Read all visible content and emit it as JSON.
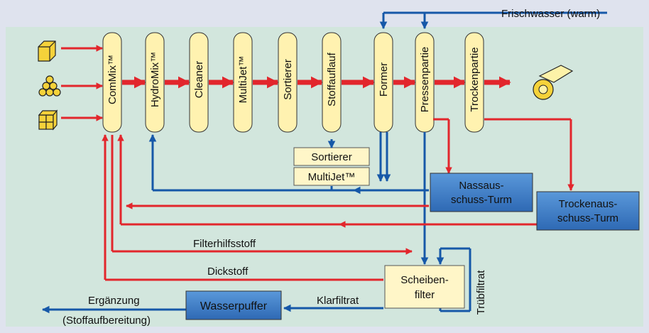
{
  "top_label": "Frischwasser (warm)",
  "process_units": [
    {
      "label": "ComMix™"
    },
    {
      "label": "HydroMix™"
    },
    {
      "label": "Cleaner"
    },
    {
      "label": "MultiJet™"
    },
    {
      "label": "Sortierer"
    },
    {
      "label": "Stoffauflauf"
    },
    {
      "label": "Former"
    },
    {
      "label": "Pressenpartie"
    },
    {
      "label": "Trockenpartie"
    }
  ],
  "small_boxes": {
    "sortierer": "Sortierer",
    "multijet": "MultiJet™"
  },
  "towers": {
    "nass_1": "Nassaus-",
    "nass_2": "schuss-Turm",
    "trocken_1": "Trockenaus-",
    "trocken_2": "schuss-Turm"
  },
  "filter": {
    "line1": "Scheiben-",
    "line2": "filter"
  },
  "water_buffer": "Wasserpuffer",
  "flow_labels": {
    "filterhilfsstoff": "Filterhilfsstoff",
    "dickstoff": "Dickstoff",
    "klarfiltrat": "Klarfiltrat",
    "truebfiltrat": "Trübfiltrat",
    "ergaenzung": "Ergänzung",
    "stoffaufbereitung": "(Stoffaufbereitung)"
  },
  "colors": {
    "background": "#dfe3ee",
    "panel": "#d2e6dd",
    "unit_fill": "#fff2b0",
    "red_flow": "#e2262c",
    "blue_flow": "#1658a8",
    "box_blue": "#3f7fc6",
    "box_cream": "#fff6c8"
  }
}
